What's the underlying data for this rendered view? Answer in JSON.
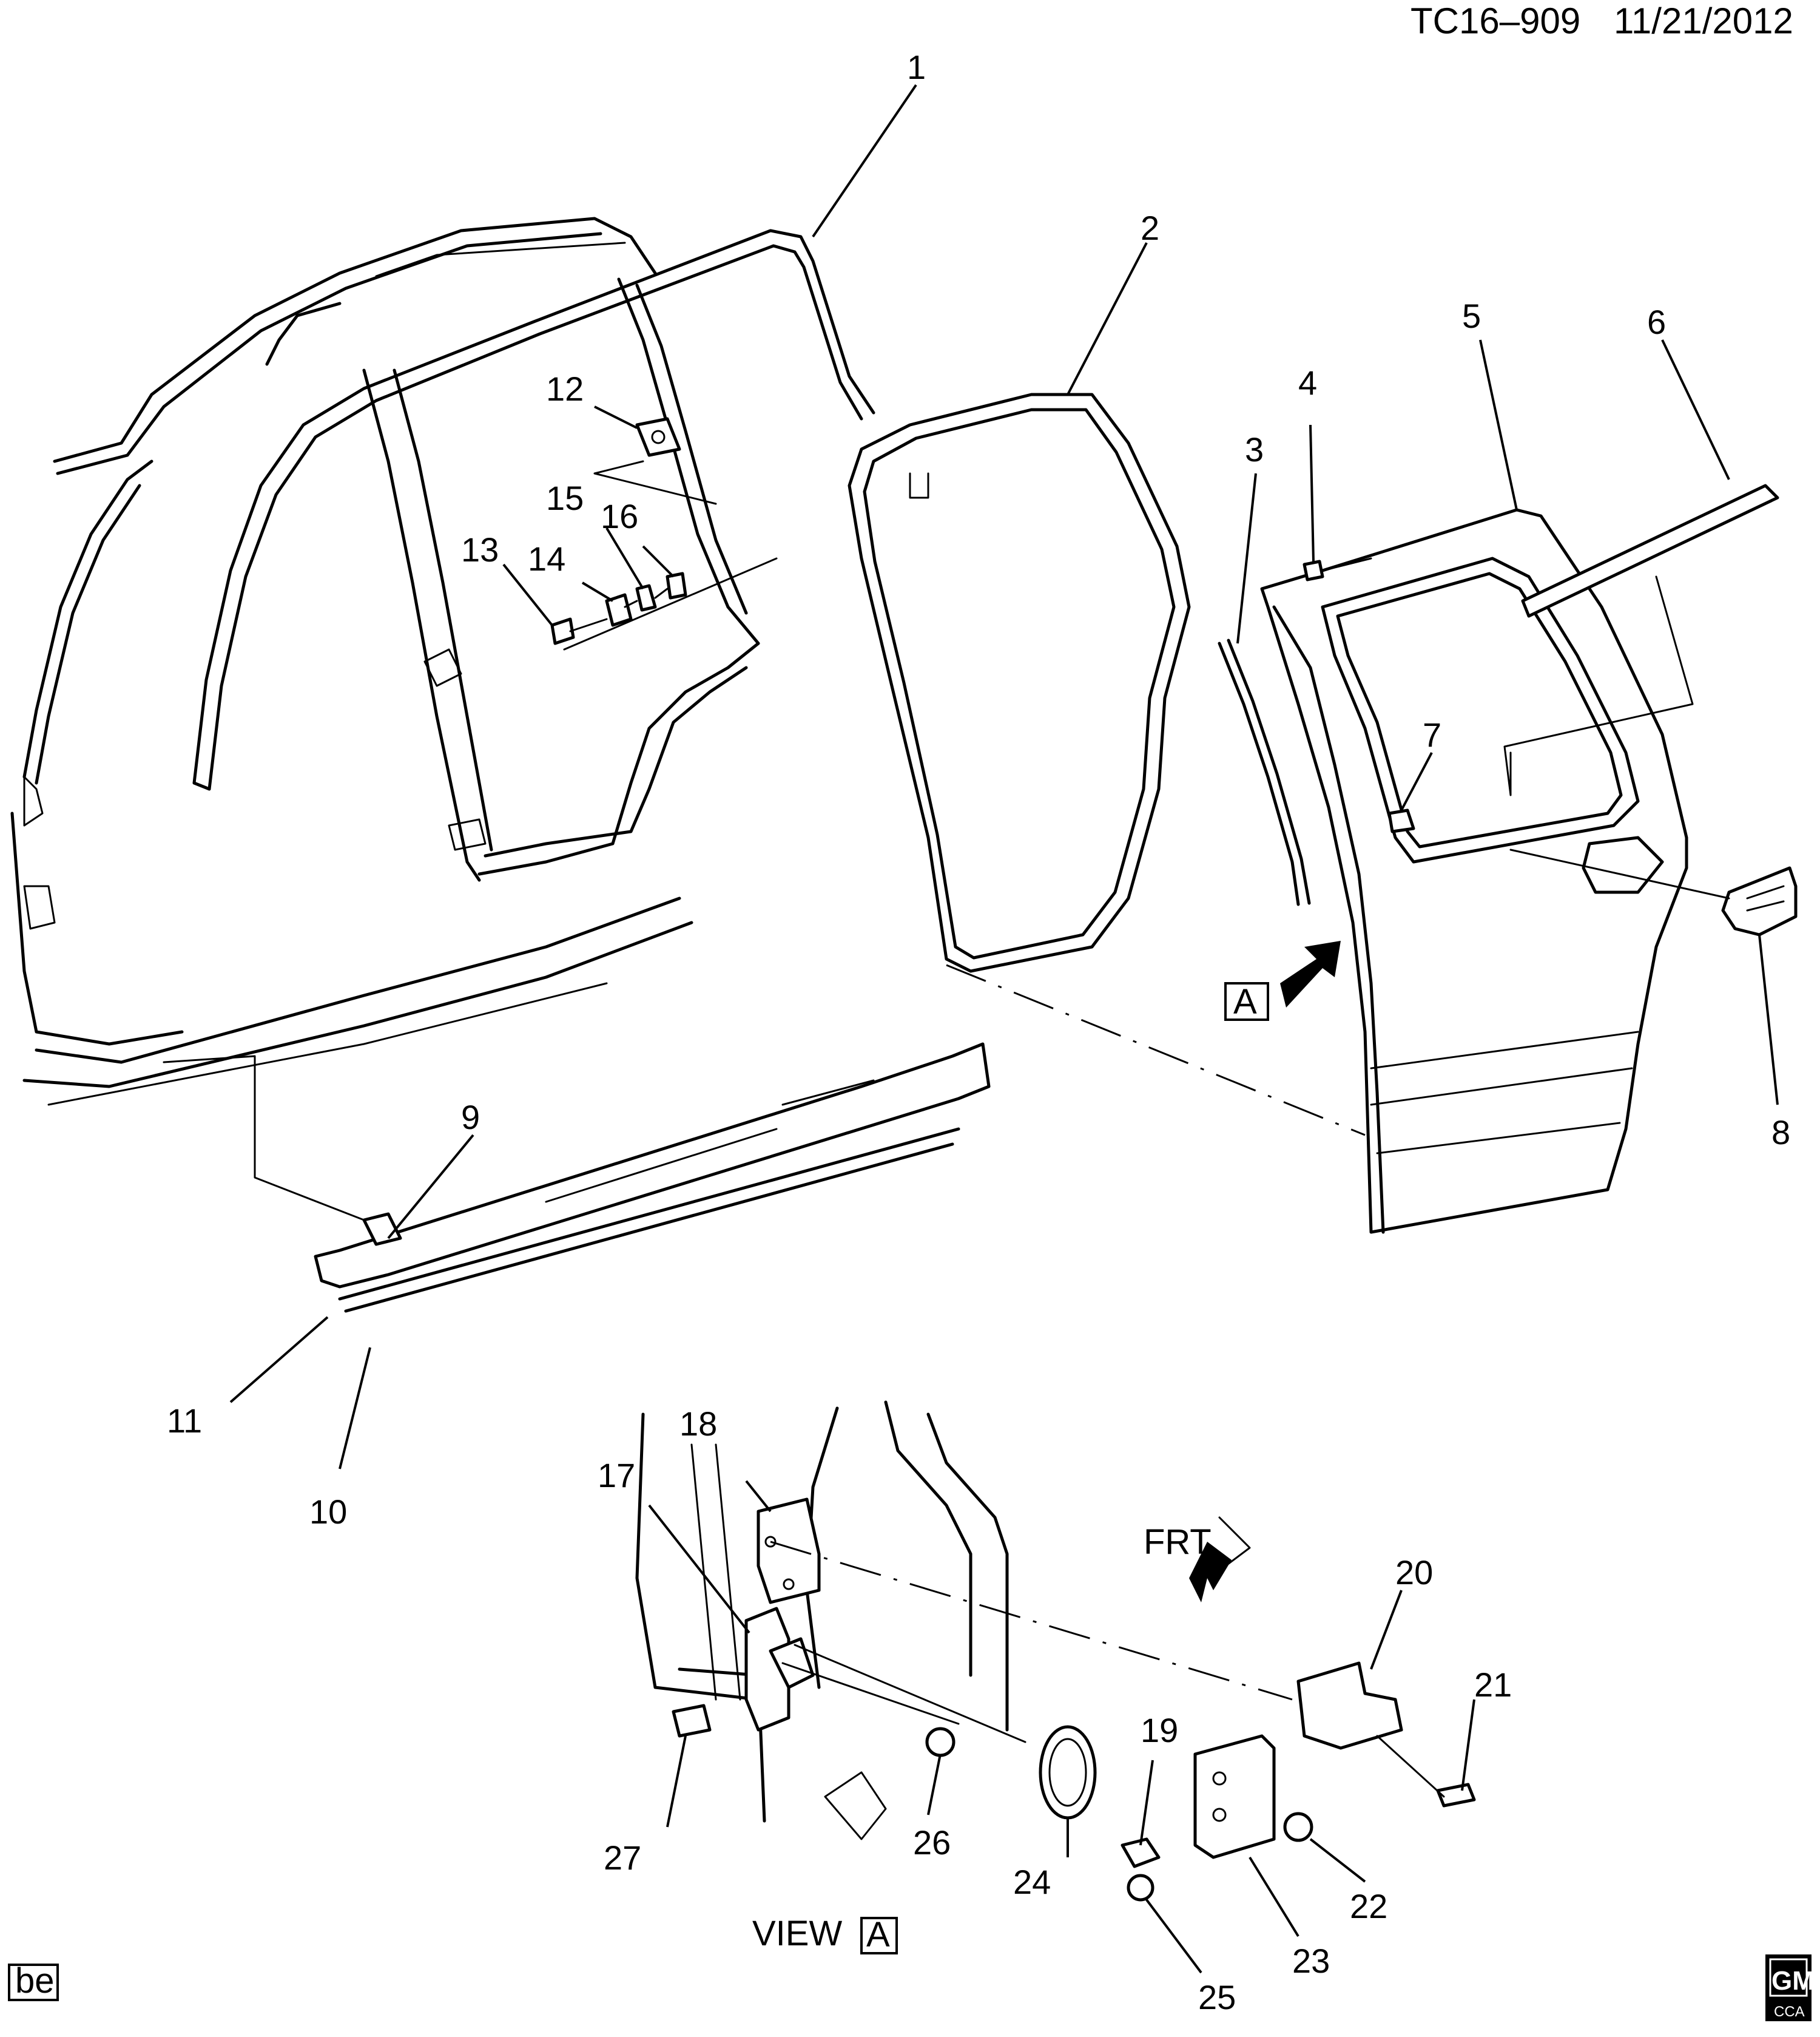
{
  "header": {
    "code": "TC16–909",
    "date": "11/21/2012"
  },
  "callouts": [
    "1",
    "2",
    "3",
    "4",
    "5",
    "6",
    "7",
    "8",
    "9",
    "10",
    "11",
    "12",
    "13",
    "14",
    "15",
    "16",
    "17",
    "18",
    "19",
    "20",
    "21",
    "22",
    "23",
    "24",
    "25",
    "26",
    "27"
  ],
  "view_label": {
    "text": "VIEW",
    "ref": "A"
  },
  "arrow_ref": "A",
  "frt_label": "FRT",
  "corner_tag": "be",
  "logo": {
    "main": "GM",
    "sub": "CCA"
  }
}
